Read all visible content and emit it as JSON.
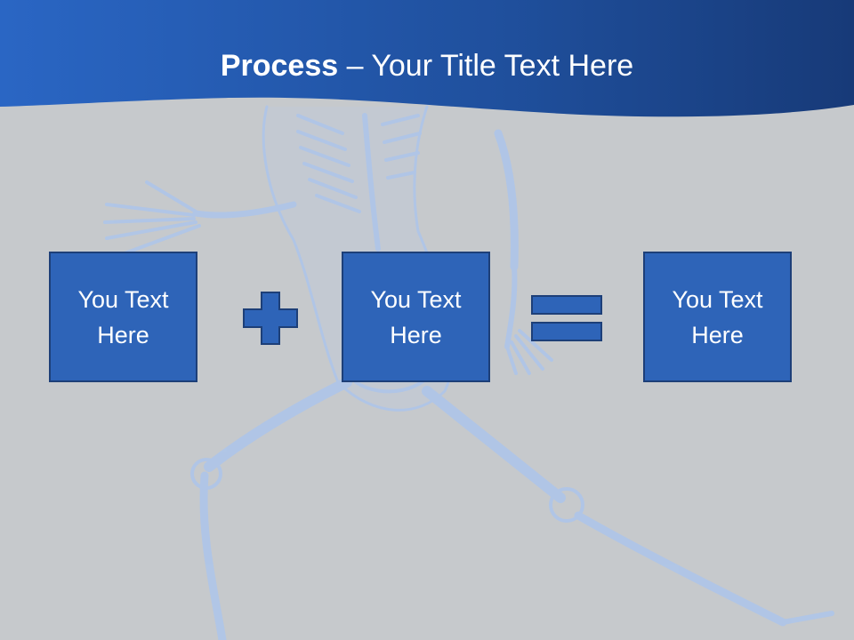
{
  "slide": {
    "title_bold": "Process",
    "title_rest": " – Your Title Text Here",
    "boxes": [
      {
        "text": "You Text Here"
      },
      {
        "text": "You Text Here"
      },
      {
        "text": "You Text Here"
      }
    ],
    "operators": [
      "plus-icon",
      "equals-icon"
    ],
    "colors": {
      "header": "#2458a8",
      "background": "#c6c9cc",
      "box_fill": "#2e64b8",
      "box_border": "#1d3f78",
      "text": "#ffffff"
    }
  }
}
